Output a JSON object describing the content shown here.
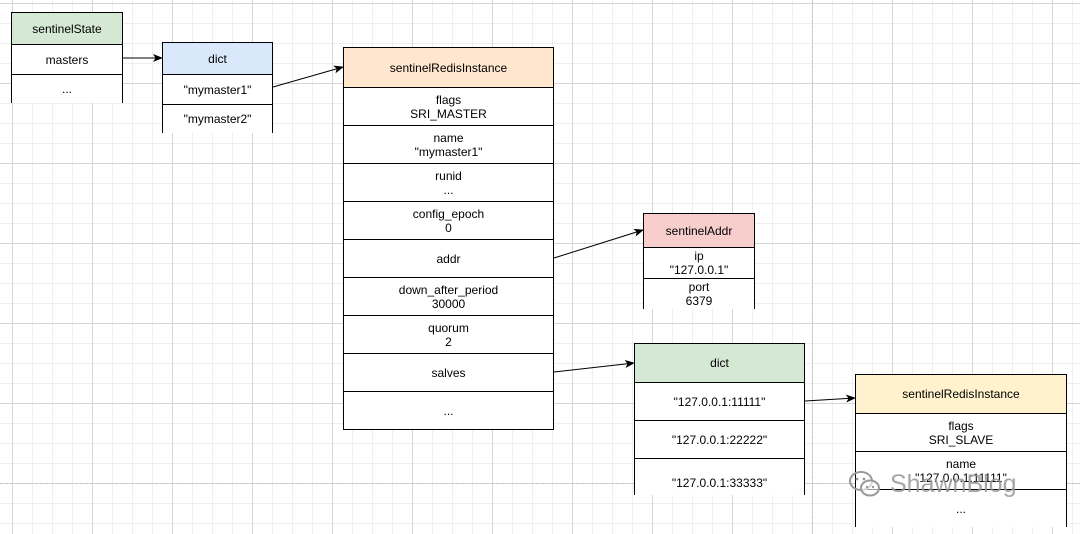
{
  "colors": {
    "state_header": "#d5e8d4",
    "dict1_header": "#dae8fc",
    "instance_header": "#ffe6cc",
    "addr_header": "#f8cecc",
    "dict2_header": "#d5e8d4",
    "slave_header": "#fff2cc"
  },
  "sentinel_state": {
    "title": "sentinelState",
    "rows": [
      [
        "masters"
      ],
      [
        "..."
      ]
    ]
  },
  "dict1": {
    "title": "dict",
    "rows": [
      [
        "\"mymaster1\""
      ],
      [
        "\"mymaster2\""
      ]
    ]
  },
  "master_instance": {
    "title": "sentinelRedisInstance",
    "rows": [
      [
        "flags",
        "SRI_MASTER"
      ],
      [
        "name",
        "\"mymaster1\""
      ],
      [
        "runid",
        "..."
      ],
      [
        "config_epoch",
        "0"
      ],
      [
        "addr"
      ],
      [
        "down_after_period",
        "30000"
      ],
      [
        "quorum",
        "2"
      ],
      [
        "salves"
      ],
      [
        "..."
      ]
    ]
  },
  "sentinel_addr": {
    "title": "sentinelAddr",
    "rows": [
      [
        "ip",
        "\"127.0.0.1\""
      ],
      [
        "port",
        "6379"
      ]
    ]
  },
  "dict2": {
    "title": "dict",
    "rows": [
      [
        "\"127.0.0.1:11111\""
      ],
      [
        "\"127.0.0.1:22222\""
      ],
      [
        "\"127.0.0.1:33333\""
      ]
    ]
  },
  "slave_instance": {
    "title": "sentinelRedisInstance",
    "rows": [
      [
        "flags",
        "SRI_SLAVE"
      ],
      [
        "name",
        "\"127.0.0.1:11111\""
      ],
      [
        "..."
      ]
    ]
  },
  "watermark": {
    "icon": "wechat-icon",
    "text": "ShawnBlog"
  }
}
